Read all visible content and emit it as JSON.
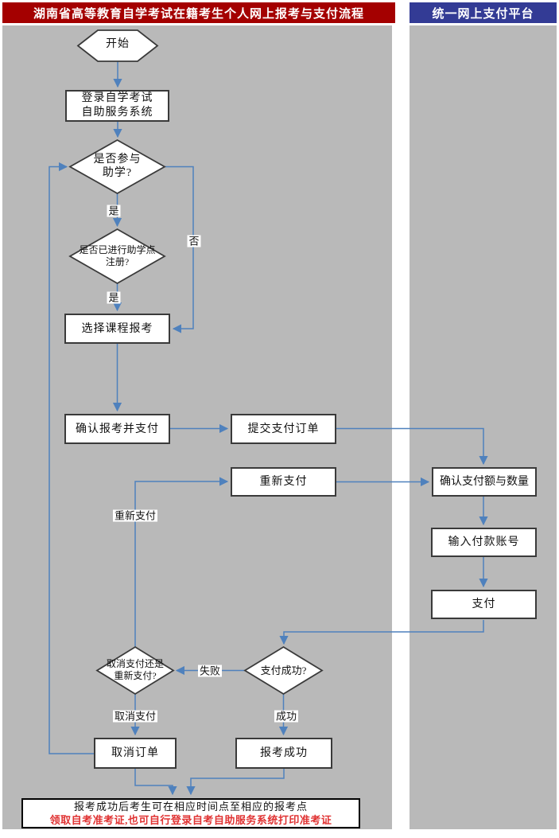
{
  "headers": {
    "left": "湖南省高等教育自学考试在籍考生个人网上报考与支付流程",
    "right": "统一网上支付平台"
  },
  "colors": {
    "header_left_bg": "#a40000",
    "header_right_bg": "#333b95",
    "lane_bg": "#b9b9b9",
    "connector": "#4f81bd",
    "shape_border": "#3a3a3a",
    "red_text": "#e03333"
  },
  "nodes": {
    "start": "开始",
    "login_line1": "登录自学考试",
    "login_line2": "自助服务系统",
    "decision_tutoring_line1": "是否参与",
    "decision_tutoring_line2": "助学?",
    "decision_registered_line1": "是否已进行助学点",
    "decision_registered_line2": "注册?",
    "select_course": "选择课程报考",
    "confirm_pay": "确认报考并支付",
    "submit_order": "提交支付订单",
    "repay": "重新支付",
    "confirm_amount": "确认支付额与数量",
    "enter_account": "输入付款账号",
    "pay": "支付",
    "decision_pay_success": "支付成功?",
    "decision_cancel_line1": "取消支付还是",
    "decision_cancel_line2": "重新支付?",
    "cancel_order": "取消订单",
    "register_success": "报考成功",
    "final_line1": "报考成功后考生可在相应时间点至相应的报考点",
    "final_line2": "领取自考准考证,也可自行登录自考自助服务系统打印准考证"
  },
  "edge_labels": {
    "yes1": "是",
    "yes2": "是",
    "no": "否",
    "fail": "失败",
    "success": "成功",
    "cancel_pay": "取消支付",
    "repay": "重新支付"
  }
}
